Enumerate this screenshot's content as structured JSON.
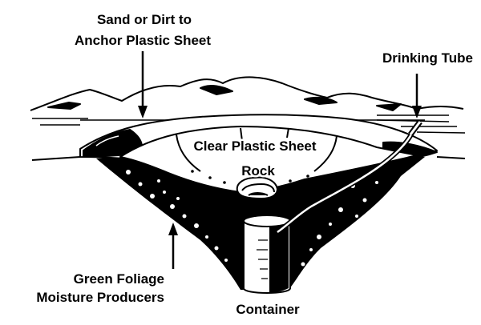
{
  "diagram": {
    "labels": {
      "sand_line1": "Sand or Dirt to",
      "sand_line2": "Anchor Plastic Sheet",
      "drinking_tube": "Drinking Tube",
      "clear_plastic": "Clear Plastic Sheet",
      "rock": "Rock",
      "foliage_line1": "Green Foliage",
      "foliage_line2": "Moisture Producers",
      "container": "Container"
    },
    "colors": {
      "ink": "#000000",
      "paper": "#ffffff"
    }
  }
}
